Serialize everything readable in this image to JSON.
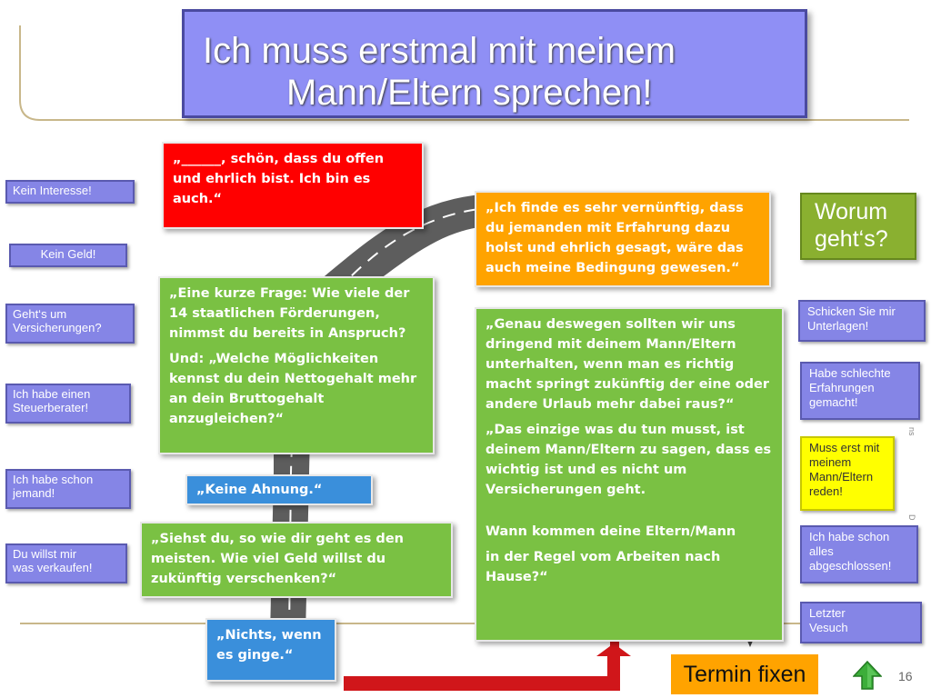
{
  "title": {
    "line1": "Ich muss erstmal mit meinem",
    "line2": "Mann/Eltern sprechen!"
  },
  "left_buttons": [
    {
      "label": "Kein Interesse!"
    },
    {
      "label": "Kein Geld!"
    },
    {
      "line1": "Geht‘s um",
      "line2": "Versicherungen?"
    },
    {
      "line1": "Ich habe einen",
      "line2": "Steuerberater!"
    },
    {
      "line1": "Ich habe schon",
      "line2": "jemand!"
    },
    {
      "line1": "Du willst mir",
      "line2": "was verkaufen!"
    }
  ],
  "right_buttons": [
    {
      "line1": "Schicken Sie mir",
      "line2": "Unterlagen!"
    },
    {
      "line1": "Habe schlechte",
      "line2": "Erfahrungen",
      "line3": "gemacht!"
    },
    {
      "line1": "Muss erst mit",
      "line2": "meinem",
      "line3": "Mann/Eltern",
      "line4": "reden!"
    },
    {
      "line1": "Ich habe schon",
      "line2": "alles",
      "line3": "abgeschlossen!"
    },
    {
      "line1": "Letzter",
      "line2": "Vesuch"
    }
  ],
  "boxes": {
    "red": "„______, schön, dass  du offen und ehrlich bist. Ich bin es auch.“",
    "orange": "„Ich finde es sehr vernünftig, dass du jemanden mit Erfahrung dazu holst und ehrlich gesagt, wäre das auch meine Bedingung gewesen.“",
    "green_question_p1": "„Eine kurze Frage: Wie viele der 14 staatlichen Förderungen, nimmst du bereits in Anspruch?",
    "green_question_p2": "Und: „Welche Möglichkeiten kennst du dein Nettogehalt mehr an dein Bruttogehalt anzugleichen?“",
    "keine_ahnung": "„Keine Ahnung.“",
    "siehst_du": "„Siehst du, so wie dir geht es den meisten. Wie viel Geld willst du zukünftig verschenken?“",
    "nichts": "„Nichts, wenn es ginge.“",
    "genau_p1": "„Genau deswegen sollten wir uns dringend mit deinem Mann/Eltern unterhalten, wenn man es richtig macht springt zukünftig der eine oder andere Urlaub mehr dabei raus?“",
    "genau_p2": "„Das einzige was du tun musst, ist deinem Mann/Eltern zu sagen, dass es wichtig ist  und es nicht um Versicherungen geht.",
    "genau_p3": "Wann kommen deine Eltern/Mann",
    "genau_p4": "in der Regel vom Arbeiten nach Hause?“"
  },
  "worum": {
    "line1": "Worum",
    "line2": "geht‘s?"
  },
  "termin": "Termin fixen",
  "page_number": "16",
  "icons": {
    "up": "green-up-arrow-icon"
  },
  "colors": {
    "title": "#8f8ff5",
    "red": "#ff0000",
    "orange": "#ffa300",
    "green": "#7ac143",
    "blue": "#3a8fdb",
    "button": "#8585e6",
    "active": "#ffff00"
  }
}
